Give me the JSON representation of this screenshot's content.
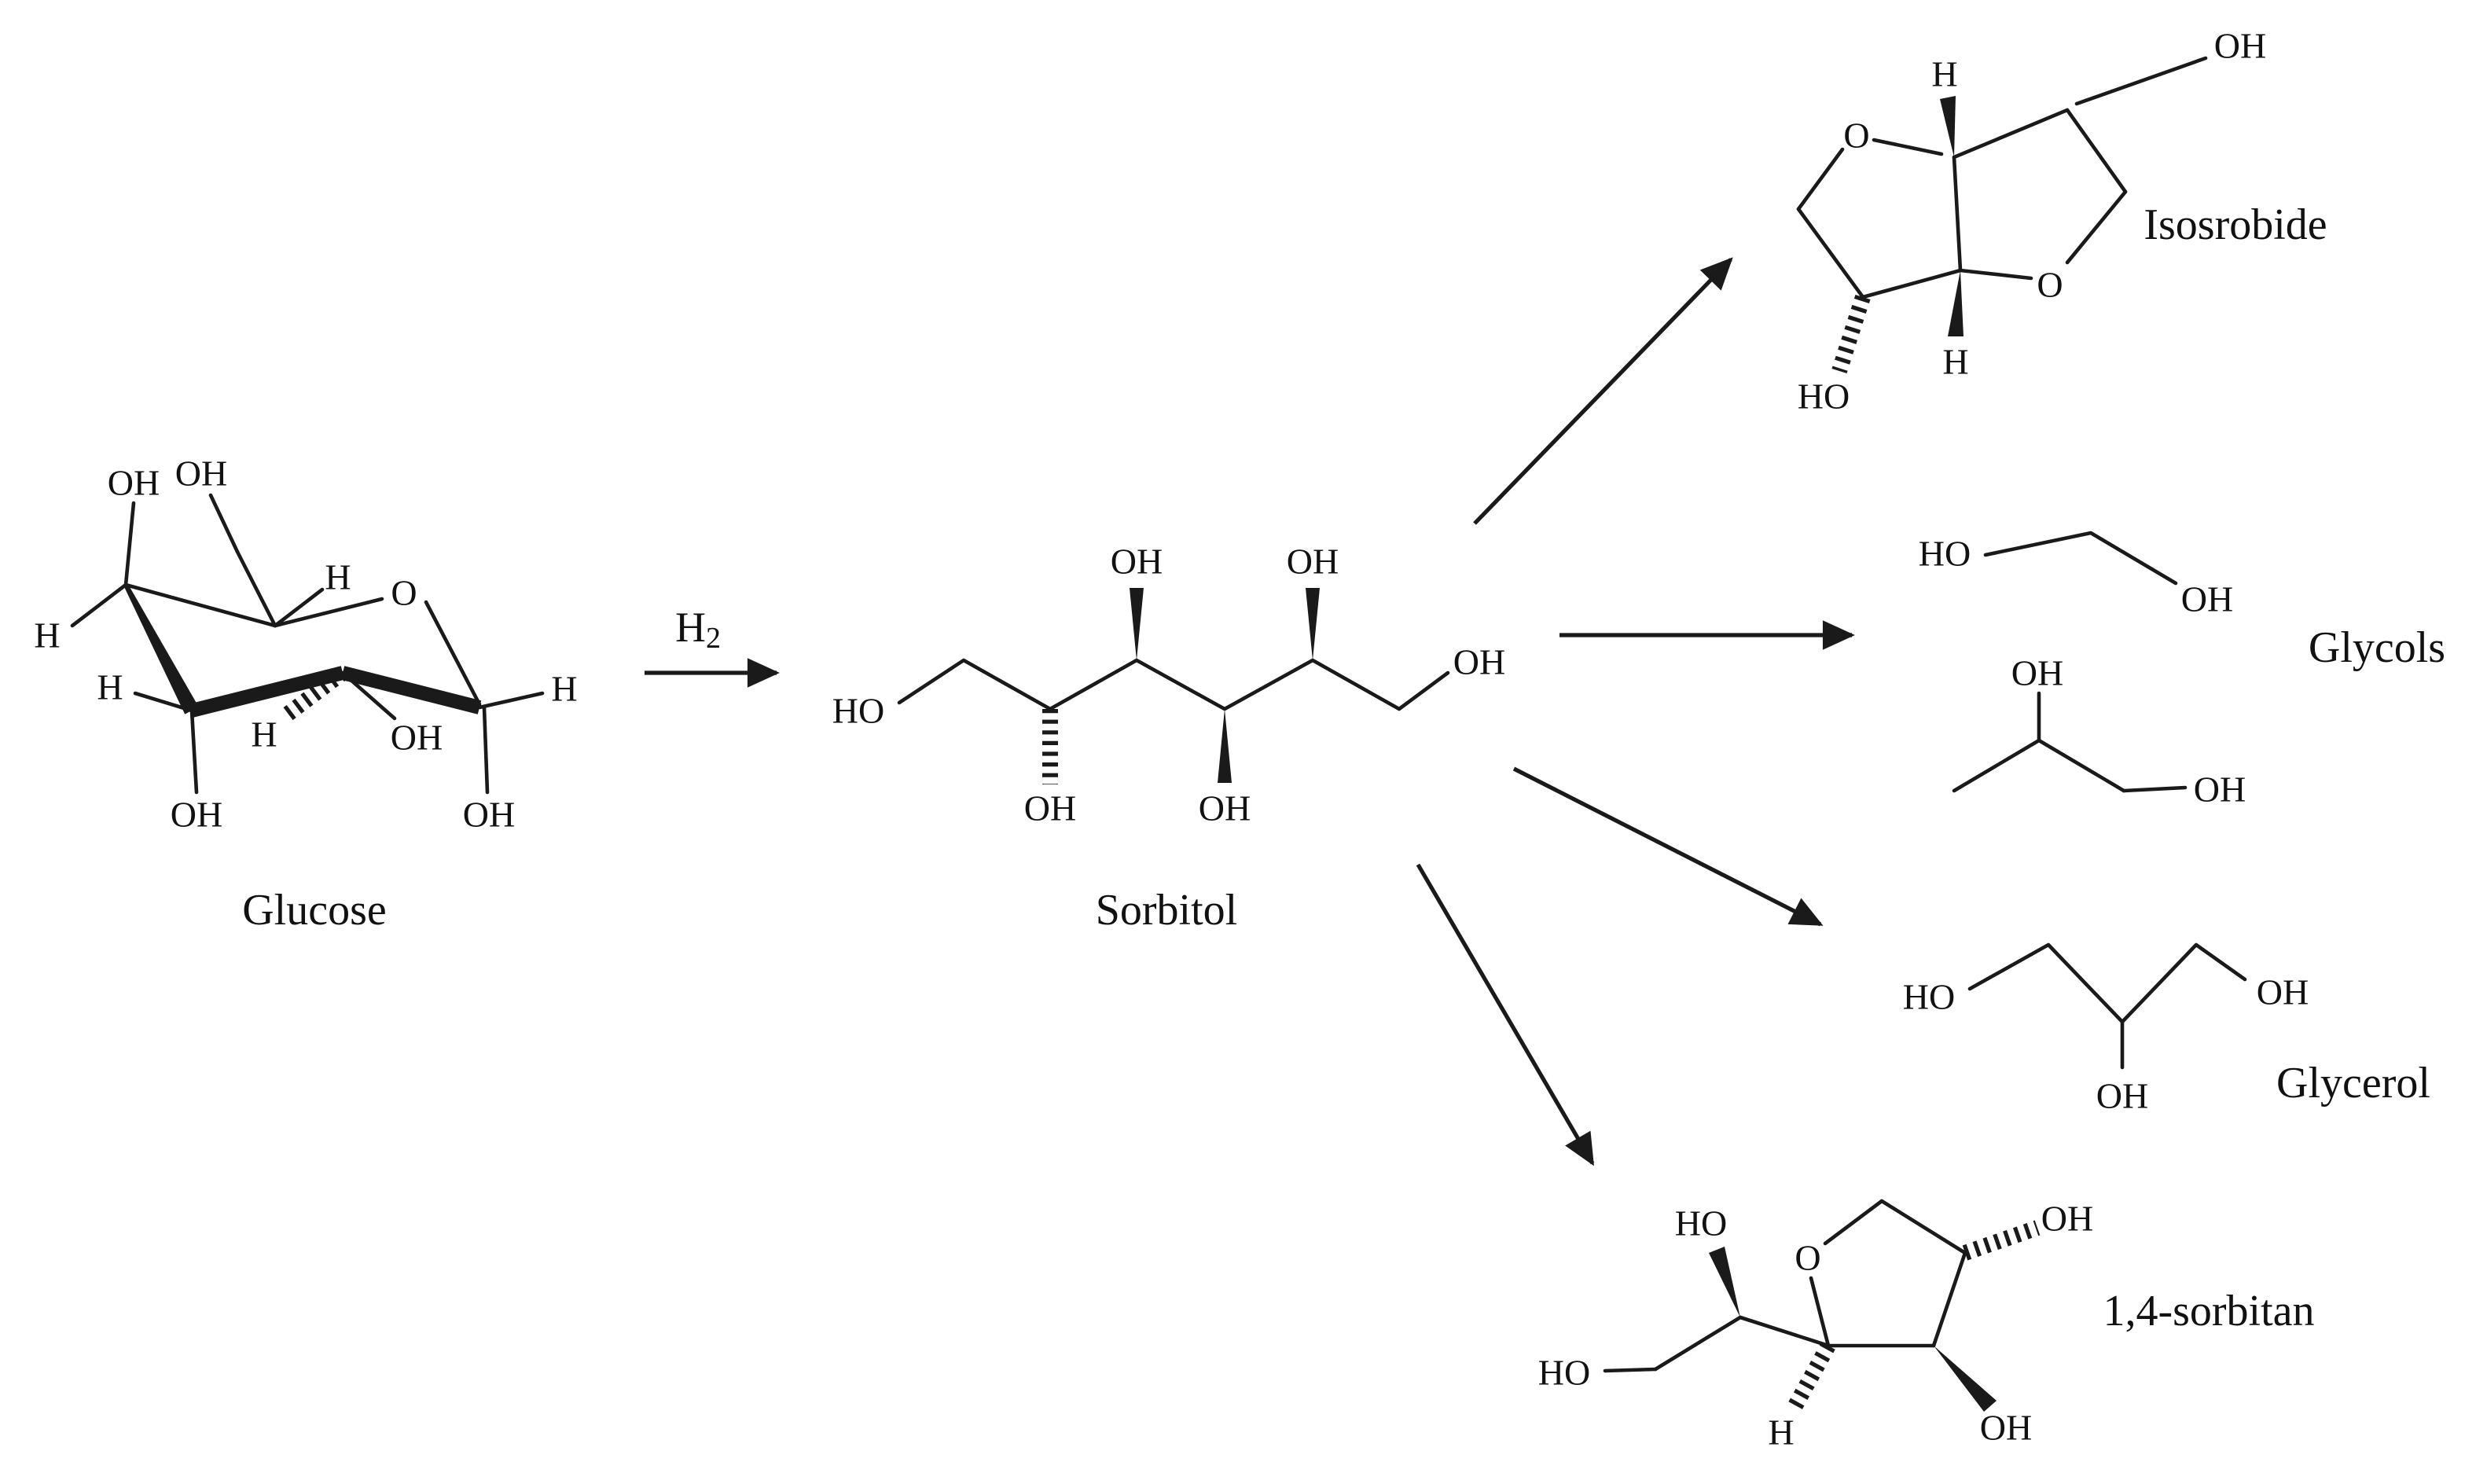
{
  "colors": {
    "ink": "#1a1a1a",
    "background": "#ffffff"
  },
  "reaction": {
    "reagent_symbol": "H",
    "reagent_subscript": "2"
  },
  "molecules": {
    "glucose": {
      "name": "Glucose",
      "atoms": {
        "oh_c4": "OH",
        "oh_c6": "OH",
        "h_c4": "H",
        "h_c5": "H",
        "ring_o": "O",
        "h_c3": "H",
        "h_c2": "H",
        "oh_c2": "OH",
        "h_c1": "H",
        "oh_c3": "OH",
        "oh_c1": "OH"
      }
    },
    "sorbitol": {
      "name": "Sorbitol",
      "atoms": {
        "ho_c1": "HO",
        "oh_c2": "OH",
        "oh_c3": "OH",
        "oh_c4": "OH",
        "oh_c5": "OH",
        "oh_c6": "OH"
      }
    },
    "isosorbide": {
      "name": "Isosrobide",
      "atoms": {
        "h_top": "H",
        "oh_top": "OH",
        "o_left": "O",
        "o_right": "O",
        "ho_bottom": "HO",
        "h_bottom": "H"
      }
    },
    "glycols": {
      "name": "Glycols",
      "atoms": {
        "ethylene_ho": "HO",
        "ethylene_oh": "OH",
        "propylene_oh_top": "OH",
        "propylene_oh_end": "OH"
      }
    },
    "glycerol": {
      "name": "Glycerol",
      "atoms": {
        "ho_left": "HO",
        "oh_right": "OH",
        "oh_middle": "OH"
      }
    },
    "sorbitan": {
      "name": "1,4-sorbitan",
      "atoms": {
        "ho_branch": "HO",
        "ring_o": "O",
        "oh_ring_right": "OH",
        "ho_chain": "HO",
        "h_ring": "H",
        "oh_ring_bottom": "OH"
      }
    }
  }
}
